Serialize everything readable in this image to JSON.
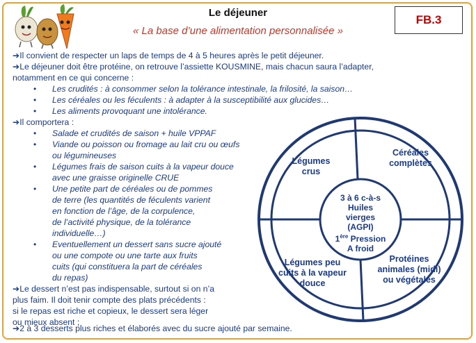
{
  "header": {
    "title": "Le déjeuner",
    "subtitle": "« La base d’une alimentation personnalisée »",
    "badge": "FB.3"
  },
  "body": {
    "p1": "➔Il convient de respecter un laps de temps de 4 à 5 heures après le petit déjeuner.",
    "p2a": "➔Le déjeuner doit être protéine, on retrouve l’assiette KOUSMINE, mais chacun saura l’adapter,",
    "p2b": "notamment en ce qui concerne :",
    "b1": "Les crudités : à consommer selon la tolérance intestinale, la frilosité, la saison…",
    "b2": "Les céréales ou les féculents : à adapter à la susceptibilité aux glucides…",
    "b3": "Les aliments provoquant une intolérance.",
    "p3": "➔Il comportera :",
    "c1": "Salade et crudités de saison + huile VPPAF",
    "c2a": "Viande ou poisson ou fromage au lait cru ou œufs",
    "c2b": "ou légumineuses",
    "c3a": "Légumes frais de saison cuits à la vapeur douce",
    "c3b": "avec une graisse originelle CRUE",
    "c4a": "Une petite part de céréales ou de pommes",
    "c4b": "de terre (les quantités de féculents varient",
    "c4c": "en fonction de l’âge, de la corpulence,",
    "c4d": "de l’activité physique, de la tolérance",
    "c4e": "individuelle…)",
    "c5a": "Eventuellement un dessert sans sucre ajouté",
    "c5b": "ou une compote ou une tarte aux fruits",
    "c5c": "cuits (qui constituera la part de céréales",
    "c5d": "du repas)",
    "p4a": "➔Le dessert n’est pas indispensable, surtout si on n’a",
    "p4b": "plus faim. Il doit tenir compte des plats précédents :",
    "p4c": "si le repas est riche et copieux, le dessert sera léger",
    "p4d": "ou mieux absent ;",
    "p5": "➔2 à 3 desserts plus riches et élaborés avec du sucre ajouté par semaine."
  },
  "wheel": {
    "tl1": "Légumes",
    "tl2": "crus",
    "tr1": "Céréales",
    "tr2": "complètes",
    "bl1": "Légumes peu",
    "bl2": "cuits à la vapeur",
    "bl3": "douce",
    "br1": "Protéines",
    "br2": "animales (midi)",
    "br3": "ou végétales",
    "c1": "3 à 6 c-à-s",
    "c2": "Huiles",
    "c3": "vierges",
    "c4": "(AGPI)",
    "c5a": "1",
    "c5sup": "ère",
    "c5b": " Pression",
    "c6": "A froid",
    "color": "#1f3a73"
  }
}
